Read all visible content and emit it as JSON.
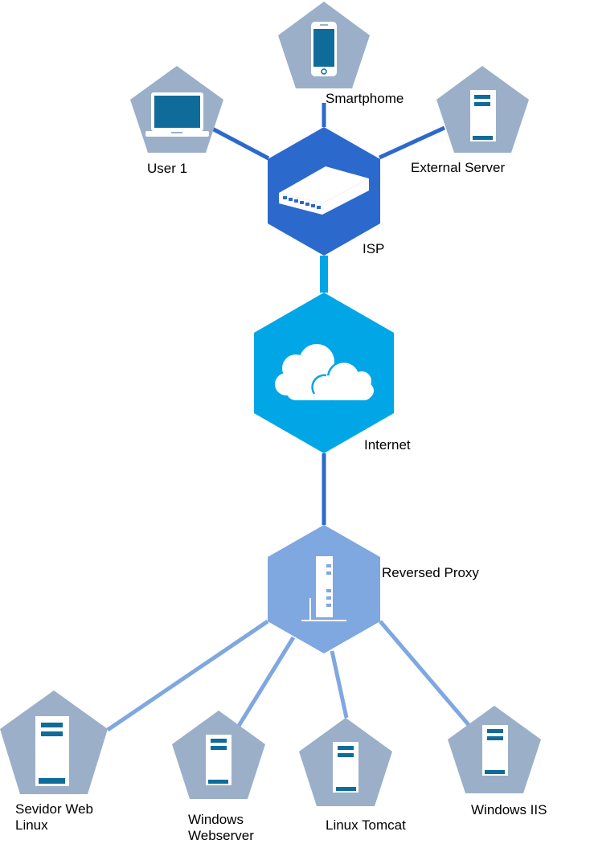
{
  "colors": {
    "pentagon": "#9bafc9",
    "device_dark": "#0f6b9a",
    "isp_hex": "#2c69cc",
    "isp_link": "#2c69cc",
    "internet_hex": "#00a6e6",
    "proxy_hex": "#7fa7e0",
    "proxy_link": "#7fa7e0",
    "background": "#ffffff"
  },
  "nodes": {
    "user1": {
      "label": "User 1",
      "icon": "laptop-icon"
    },
    "smartphone": {
      "label": "Smartphome",
      "icon": "smartphone-icon"
    },
    "external_server": {
      "label": "External Server",
      "icon": "server-icon"
    },
    "isp": {
      "label": "ISP",
      "icon": "switch-icon"
    },
    "internet": {
      "label": "Internet",
      "icon": "cloud-icon"
    },
    "reverse_proxy": {
      "label": "Reversed Proxy",
      "icon": "server-tower-icon"
    },
    "linux_web": {
      "label": "Sevidor Web\nLinux",
      "icon": "server-icon"
    },
    "windows_webserver": {
      "label": "Windows\nWebserver",
      "icon": "server-icon"
    },
    "linux_tomcat": {
      "label": "Linux Tomcat",
      "icon": "server-icon"
    },
    "windows_iis": {
      "label": "Windows IIS",
      "icon": "server-icon"
    }
  }
}
